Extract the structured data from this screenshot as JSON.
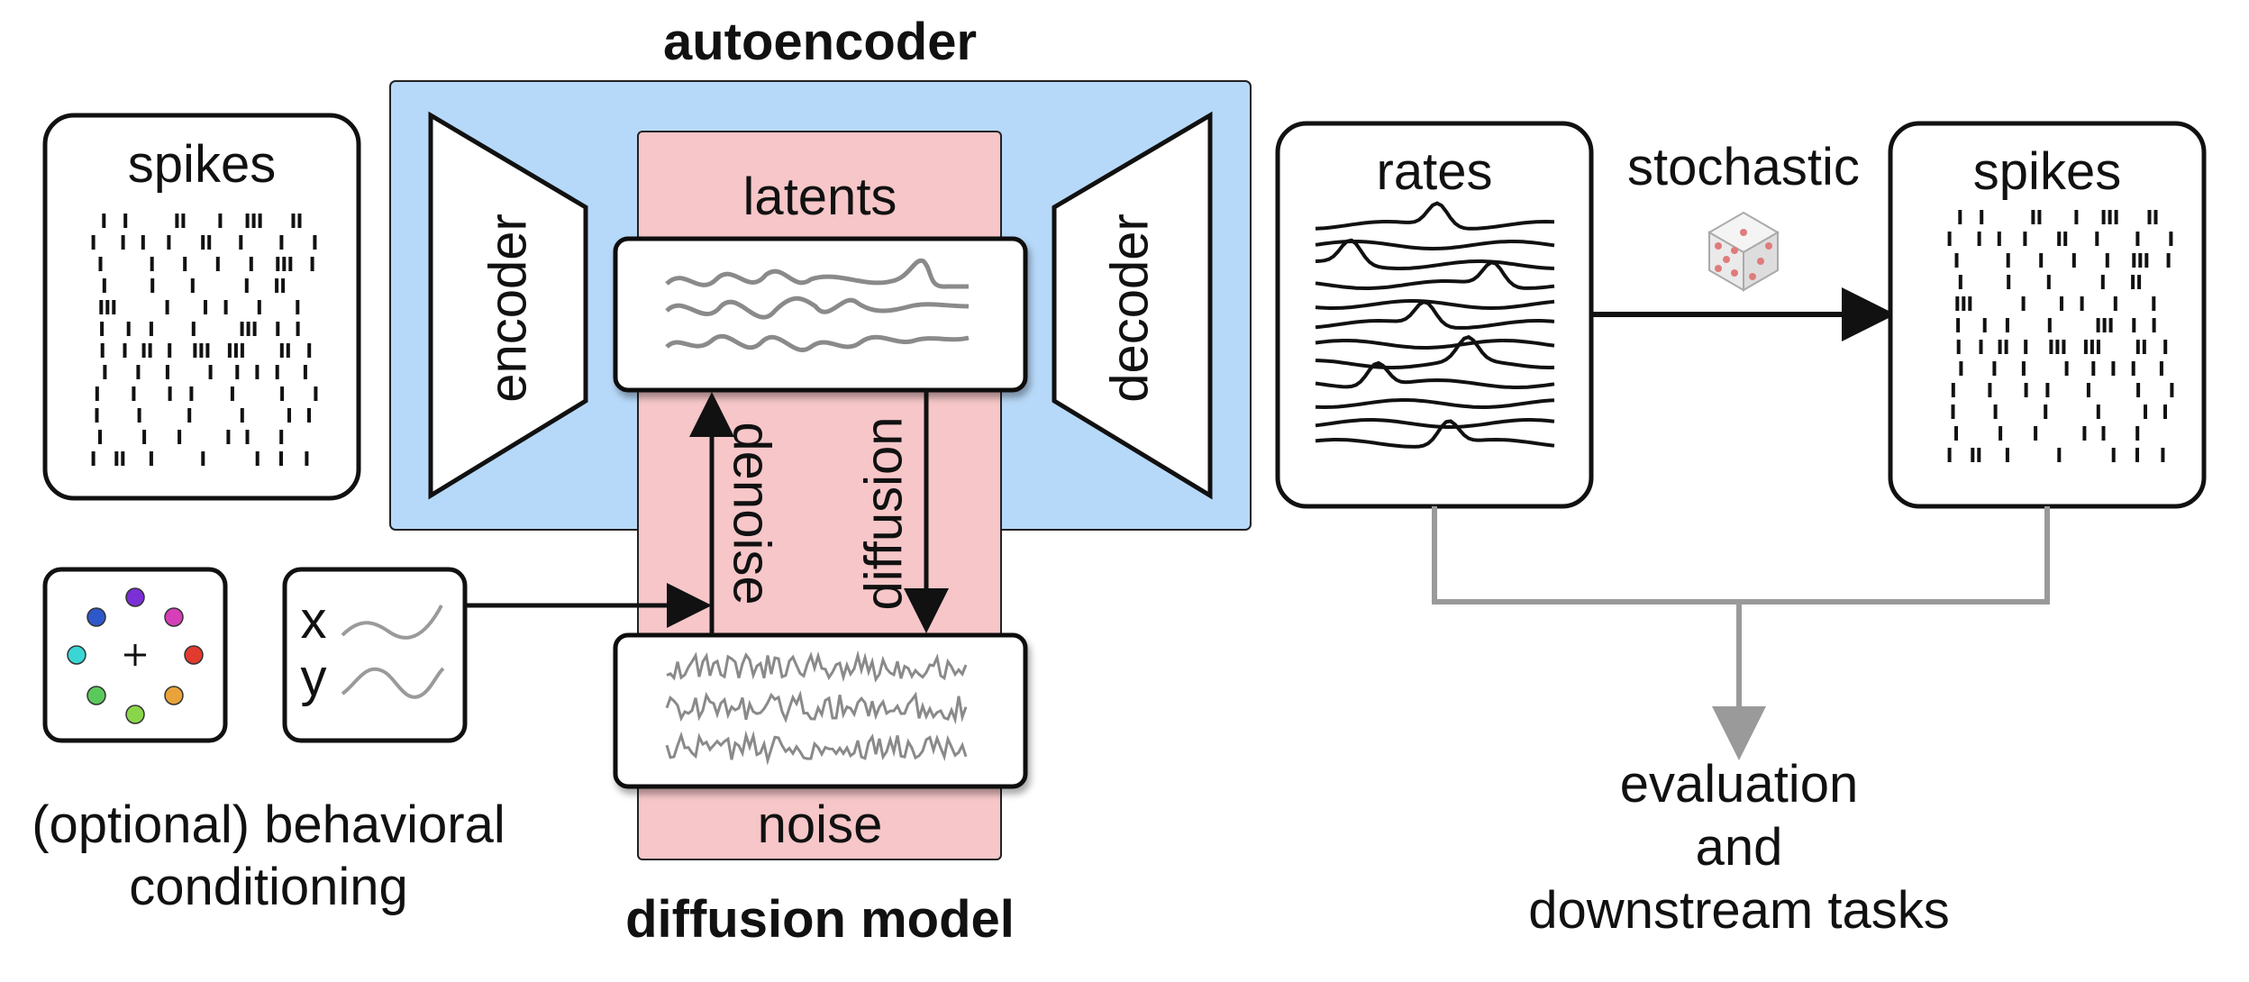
{
  "labels": {
    "autoencoder": "autoencoder",
    "encoder": "encoder",
    "decoder": "decoder",
    "latents": "latents",
    "noise": "noise",
    "denoise": "denoise",
    "diffusion": "diffusion",
    "diffusion_model": "diffusion model",
    "spikes_in": "spikes",
    "rates": "rates",
    "stochastic": "stochastic",
    "spikes_out": "spikes",
    "x": "x",
    "y": "y",
    "conditioning_line1": "(optional) behavioral",
    "conditioning_line2": "conditioning",
    "eval_line1": "evaluation",
    "eval_line2": "and",
    "eval_line3": "downstream tasks"
  },
  "colors": {
    "autoencoder_bg": "#b7d9f9",
    "diffusion_bg": "#f6c6c8",
    "outline": "#111111",
    "signal_gray": "#8a8a8a",
    "connector_gray": "#9a9a9a",
    "dice_dots": "#e07b7b",
    "target_colors": [
      "#7b2fd6",
      "#d63fb8",
      "#e23a2e",
      "#e8a33a",
      "#8ad64a",
      "#5bc95a",
      "#3ad6d6",
      "#2e57c9"
    ]
  },
  "icons": [
    "dice-icon",
    "center-out-targets-icon",
    "trajectory-icon",
    "spike-raster-icon",
    "rates-traces-icon"
  ]
}
